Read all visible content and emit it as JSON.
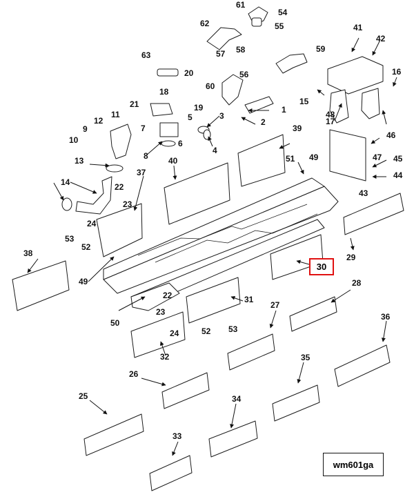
{
  "drawing_code": "wm601ga",
  "highlighted_callout": "30",
  "callouts": [
    "1",
    "2",
    "3",
    "4",
    "5",
    "6",
    "7",
    "8",
    "9",
    "10",
    "11",
    "12",
    "13",
    "14",
    "15",
    "16",
    "17",
    "18",
    "19",
    "20",
    "21",
    "22",
    "23",
    "24",
    "25",
    "26",
    "27",
    "28",
    "29",
    "30",
    "31",
    "32",
    "33",
    "34",
    "35",
    "36",
    "37",
    "38",
    "39",
    "40",
    "41",
    "42",
    "43",
    "44",
    "45",
    "46",
    "47",
    "48",
    "49",
    "50",
    "51",
    "52",
    "53",
    "54",
    "55",
    "56",
    "57",
    "58",
    "59",
    "60",
    "61",
    "62",
    "63"
  ],
  "colors": {
    "line": "#1a1a1a",
    "highlight": "#e01010"
  }
}
